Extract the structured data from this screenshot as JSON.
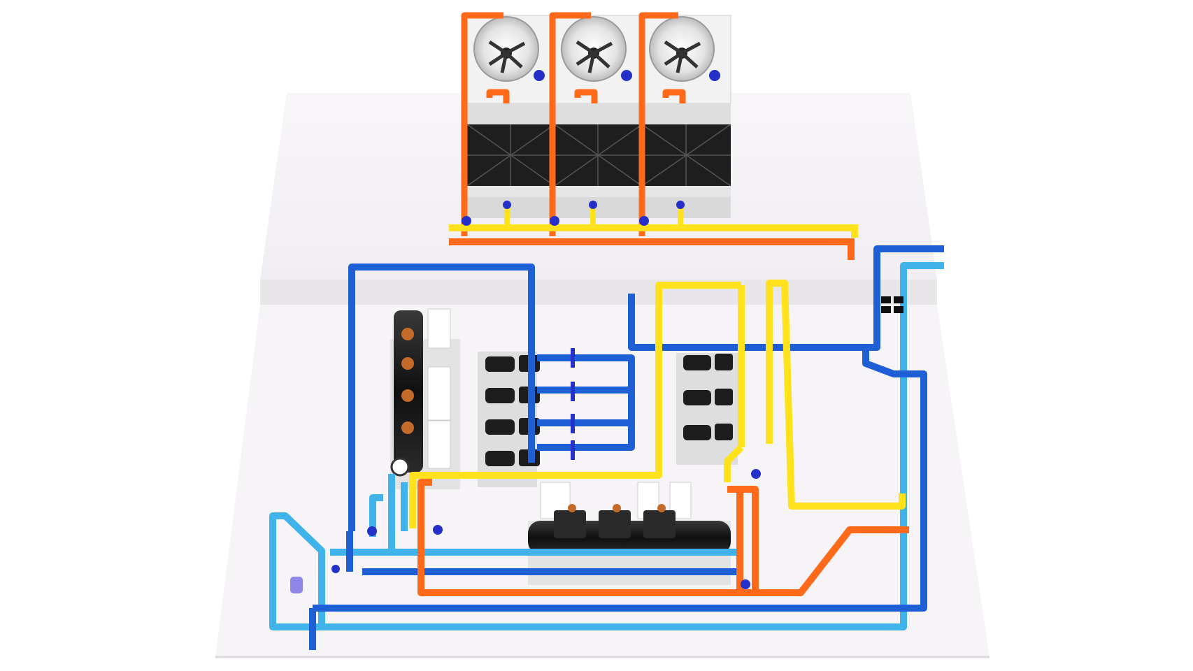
{
  "scene": {
    "subject": "chiller-plant-3d-render",
    "text_labels": []
  },
  "colors": {
    "background": "#ffffff",
    "floor": "#f4f1f5",
    "floor_edge": "#e2dfe4",
    "chilled_water_supply": "#1f5fd6",
    "chilled_water_return": "#3fb3ea",
    "condenser_supply": "#ff6a1a",
    "condenser_return": "#ffe21c",
    "chiller_shell": "#1a1a1a",
    "panel": "#ffffff",
    "valve": "#2430c8",
    "cooling_tower_casing": "#eeeeee",
    "louver": "#1c1c1c"
  },
  "components": {
    "cooling_towers": {
      "count": 3,
      "icon": "fan-icon"
    },
    "chillers": {
      "count": 2
    },
    "pump_groups": {
      "count": 2,
      "pumps_per_group": [
        4,
        3
      ]
    },
    "pipe_loops": [
      "chilled-water-supply",
      "chilled-water-return",
      "condenser-water-supply",
      "condenser-water-return"
    ]
  }
}
